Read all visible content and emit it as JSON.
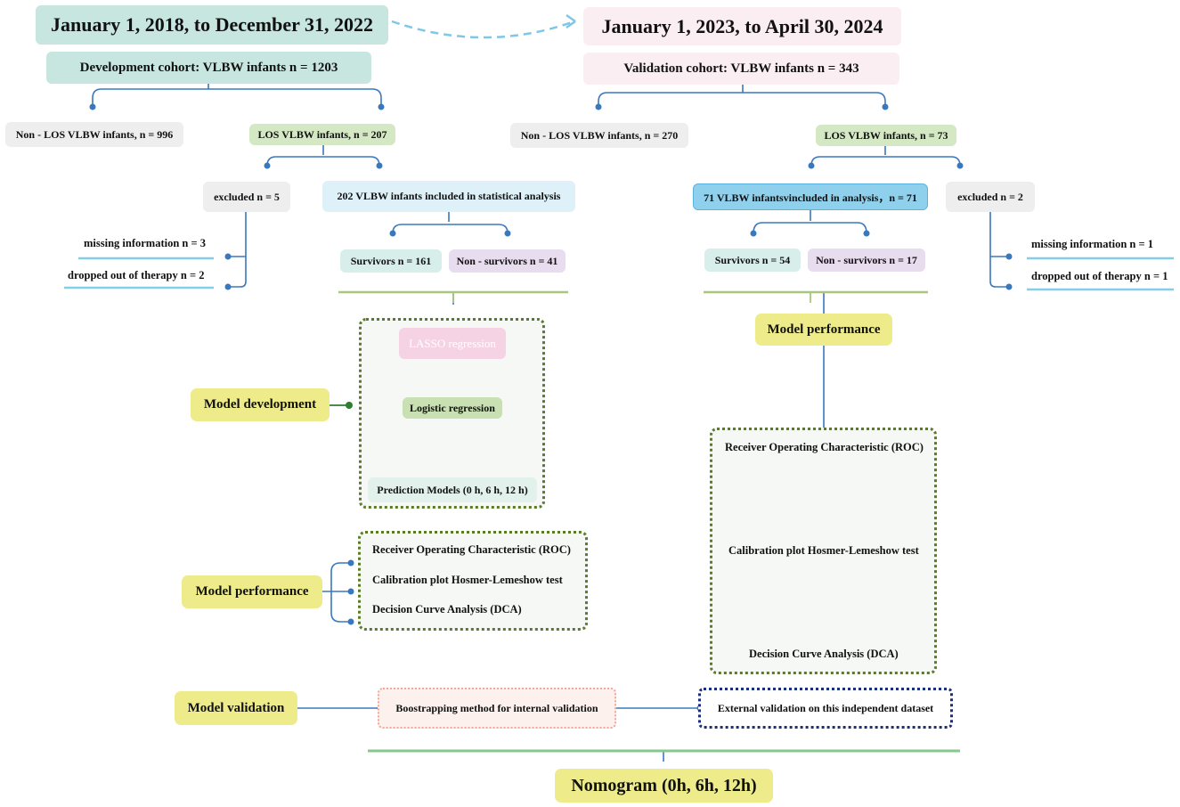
{
  "periods": {
    "development": "January 1, 2018, to December 31, 2022",
    "validation": "January 1, 2023, to April 30, 2024"
  },
  "development": {
    "cohort": "Development cohort:  VLBW infants n = 1203",
    "non_los": "Non - LOS VLBW infants, n = 996",
    "los": "LOS VLBW infants, n = 207",
    "excluded": "excluded n = 5",
    "included": "202 VLBW infants included in statistical analysis",
    "missing": "missing information n = 3",
    "dropped": "dropped out of therapy n = 2",
    "survivors": "Survivors   n = 161",
    "non_survivors": "Non - survivors n = 41"
  },
  "validation": {
    "cohort": "Validation cohort:  VLBW infants n = 343",
    "non_los": "Non - LOS VLBW infants, n = 270",
    "los": "LOS VLBW infants, n = 73",
    "included": "71 VLBW infantsvincluded in analysis，n = 71",
    "excluded": "excluded n = 2",
    "missing": "missing information n = 1",
    "dropped": "dropped out of therapy n = 1",
    "survivors": "Survivors   n = 54",
    "non_survivors": "Non - survivors n = 17"
  },
  "model_development": {
    "label": "Model development",
    "lasso": "LASSO regression",
    "logistic": "Logistic regression",
    "prediction": "Prediction Models (0 h, 6 h, 12 h)"
  },
  "model_performance_left": {
    "label": "Model performance",
    "roc": "Receiver Operating Characteristic (ROC)",
    "calibration": "Calibration plot Hosmer-Lemeshow test",
    "dca": "Decision Curve Analysis (DCA)"
  },
  "model_performance_right": {
    "label": "Model performance",
    "roc": "Receiver Operating Characteristic (ROC)",
    "calibration": "Calibration plot Hosmer-Lemeshow test",
    "dca": "Decision Curve Analysis (DCA)"
  },
  "model_validation": {
    "label": "Model validation",
    "internal": "Boostrapping method for internal validation",
    "external": "External validation on this independent dataset"
  },
  "nomogram": "Nomogram (0h, 6h, 12h)",
  "colors": {
    "connector": "#3a78bd",
    "underline": "#86cde8",
    "divider": "#a9c77c",
    "final_divider": "#86c98e",
    "dashed_arrow": "#7ec7e6"
  }
}
